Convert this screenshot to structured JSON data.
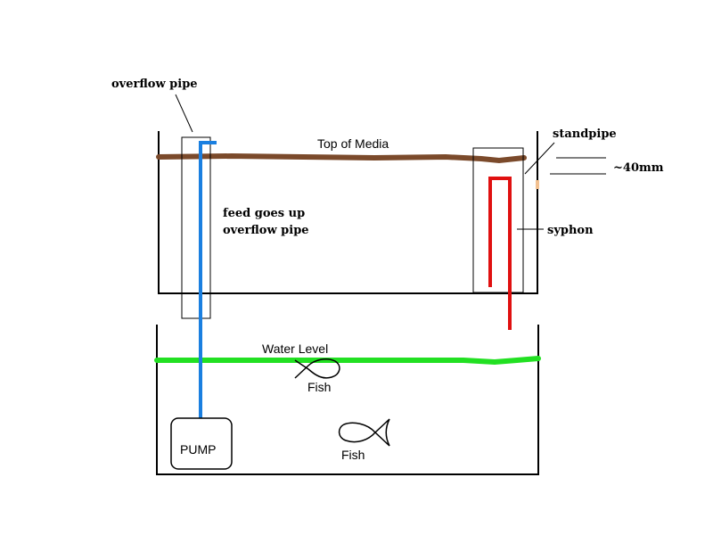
{
  "labels": {
    "overflow_pipe": "overflow pipe",
    "top_of_media": "Top of Media",
    "standpipe": "standpipe",
    "gap_measure": "~40mm",
    "feed_line1": "feed goes up",
    "feed_line2": "overflow pipe",
    "syphon": "syphon",
    "water_level": "Water Level",
    "fish_upper": "Fish",
    "fish_lower": "Fish",
    "pump": "PUMP"
  },
  "colors": {
    "media": "#7b4a2b",
    "water": "#22e022",
    "feed_pipe": "#1a7fe0",
    "syphon": "#e01010",
    "outline": "#000000"
  }
}
